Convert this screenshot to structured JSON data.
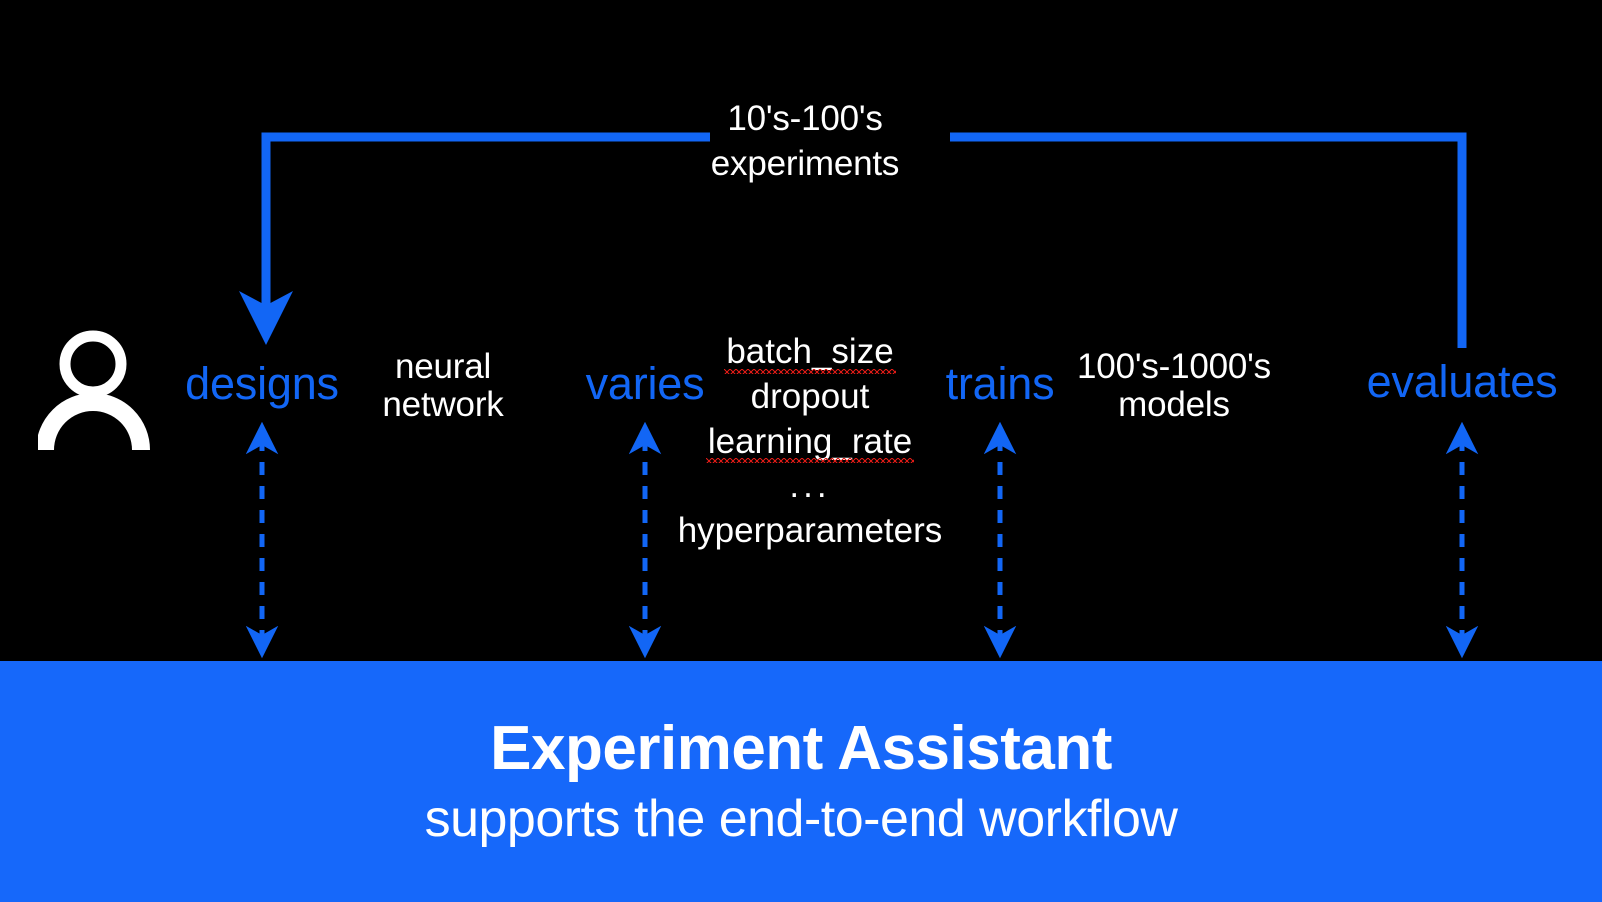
{
  "diagram": {
    "title_semantic": "experiment-assistant-end-to-end-workflow",
    "background_color": "#000000",
    "accent_color": "#1266F5",
    "banner_color": "#1668FA",
    "text_color": "#FFFFFF",
    "spellcheck_color": "#E01B16"
  },
  "top_flow": {
    "count_label": "10's-100's\nexperiments"
  },
  "actor": {
    "icon": "person-icon"
  },
  "steps": [
    {
      "id": "designs",
      "label": "designs",
      "kind": "verb"
    },
    {
      "id": "artifact",
      "label": "neural\nnetwork",
      "kind": "note"
    },
    {
      "id": "varies",
      "label": "varies",
      "kind": "verb"
    },
    {
      "id": "trains",
      "label": "trains",
      "kind": "verb"
    },
    {
      "id": "models",
      "label": "100's-1000's\nmodels",
      "kind": "note"
    },
    {
      "id": "evaluates",
      "label": "evaluates",
      "kind": "verb"
    }
  ],
  "hyperparameters": {
    "items": [
      {
        "text": "batch_size",
        "misspelled": true,
        "squiggle_width": 172
      },
      {
        "text": "dropout",
        "misspelled": false,
        "squiggle_width": 0
      },
      {
        "text": "learning_rate",
        "misspelled": true,
        "squiggle_width": 208
      }
    ],
    "ellipsis": "...",
    "caption": "hyperparameters"
  },
  "banner": {
    "title": "Experiment Assistant",
    "subtitle": "supports the end-to-end workflow"
  }
}
